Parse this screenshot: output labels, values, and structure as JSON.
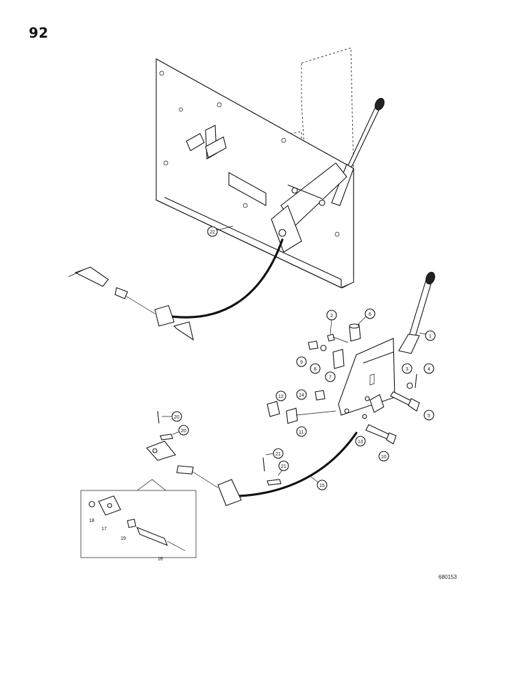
{
  "page_number": "92",
  "drawing_code": "680153",
  "callouts": [
    "1",
    "2",
    "3",
    "4",
    "5",
    "6",
    "7",
    "8",
    "9",
    "10",
    "11",
    "12",
    "13",
    "14",
    "15",
    "16",
    "17",
    "18",
    "19",
    "20",
    "21",
    "22",
    "20",
    "21"
  ]
}
